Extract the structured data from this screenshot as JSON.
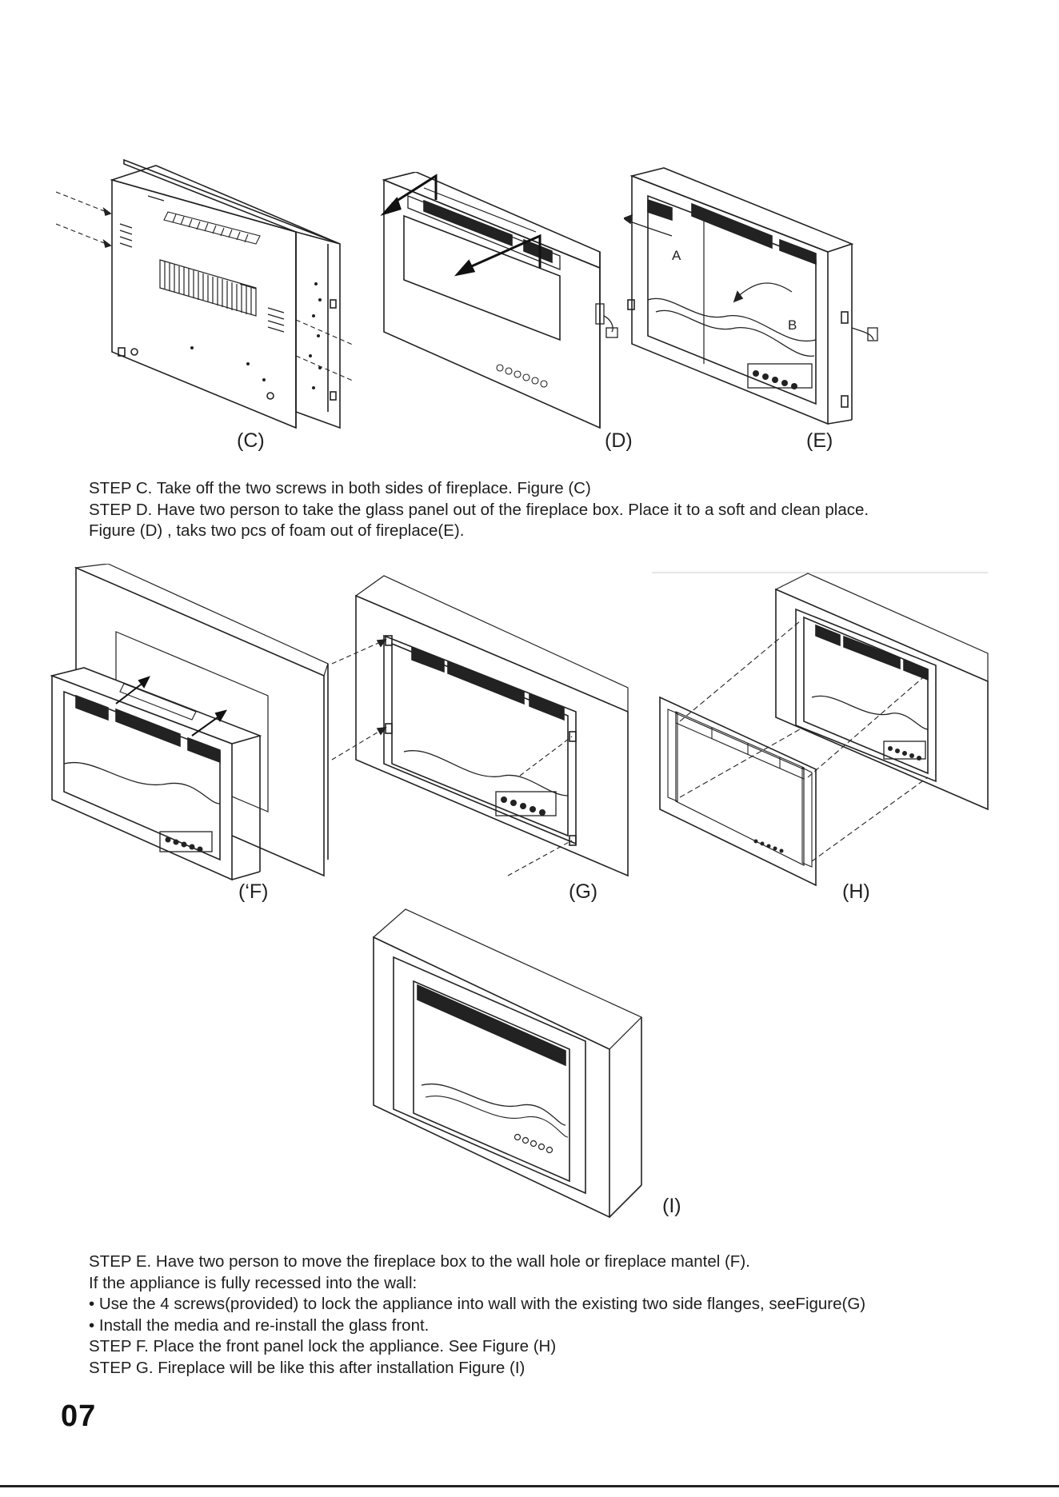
{
  "figures": {
    "c": {
      "caption": "(C)"
    },
    "d": {
      "caption": "(D)"
    },
    "e": {
      "caption": "(E)",
      "label_a": "A",
      "label_b": "B"
    },
    "f": {
      "caption": "(‘F)"
    },
    "g": {
      "caption": "(G)"
    },
    "h": {
      "caption": "(H)"
    },
    "i": {
      "caption": "(I)"
    }
  },
  "instructions_top": [
    "STEP C. Take off the two screws in both sides of fireplace. Figure (C)",
    "STEP D. Have two person to take the glass panel out of the fireplace box. Place it to a soft and clean place.",
    "Figure (D) , taks two pcs of foam out of fireplace(E)."
  ],
  "instructions_bottom": [
    "STEP E. Have two person to move the fireplace box to the wall hole or fireplace mantel (F).",
    "If the appliance is fully recessed into the wall:",
    "• Use the 4 screws(provided) to lock the appliance into wall with the existing two side flanges, seeFigure(G)",
    "• Install the media and re-install the glass front.",
    "STEP F. Place the front panel lock the appliance. See Figure (H)",
    "STEP G. Fireplace will be like this after installation Figure (I)"
  ],
  "page_number": "07"
}
